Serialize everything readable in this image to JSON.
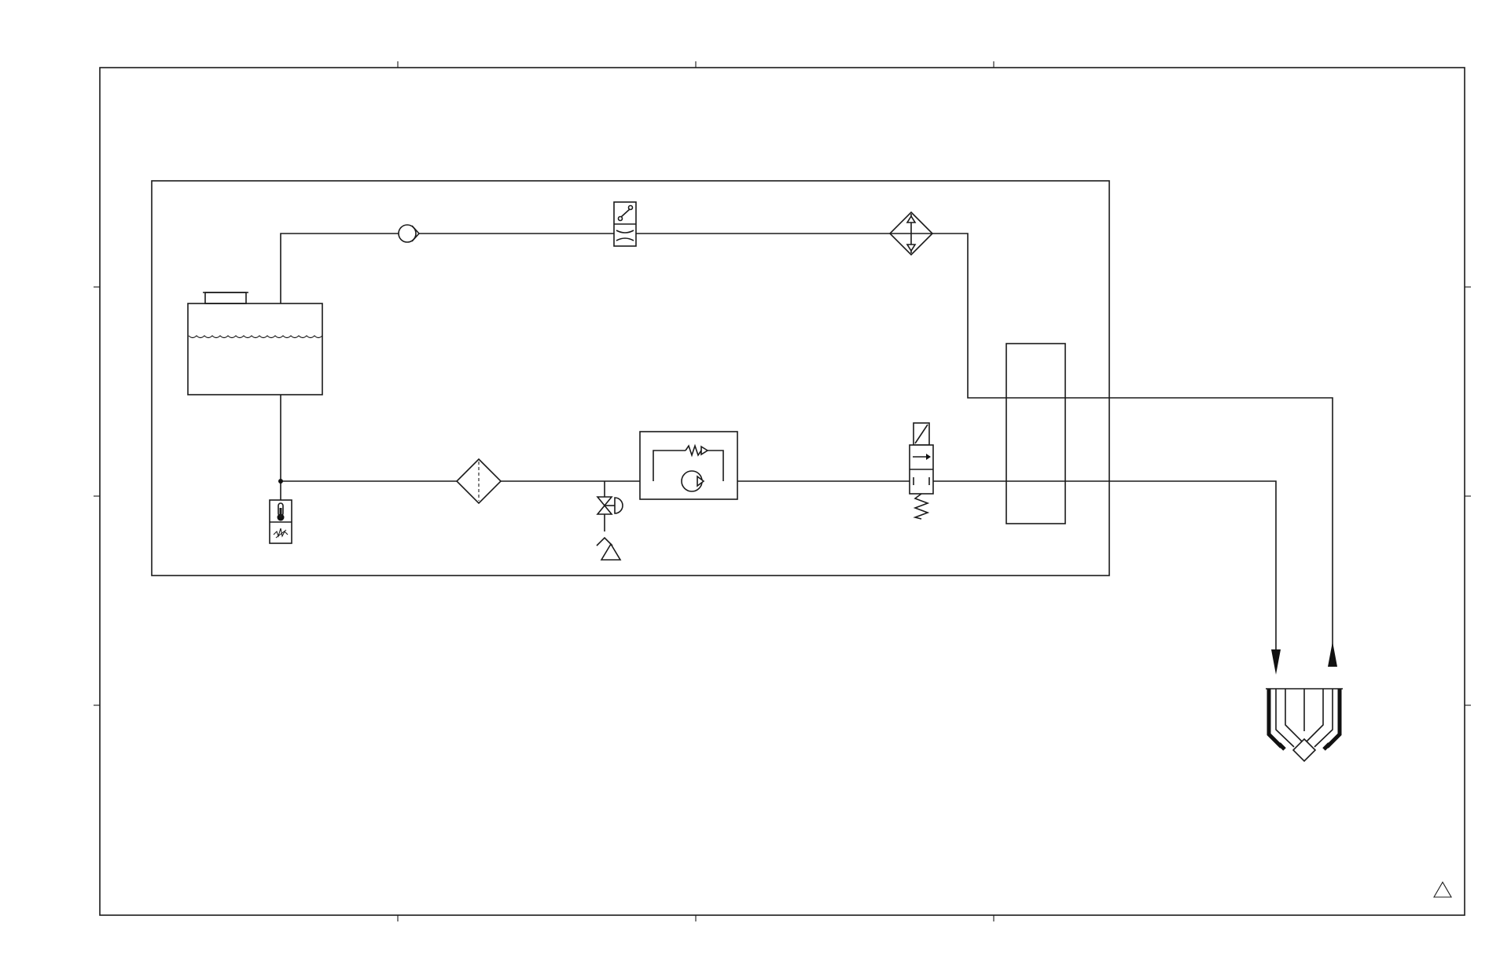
{
  "diagram": {
    "type": "hydraulic-cooling-schematic",
    "colors": {
      "line": "#1a1a1a",
      "background": "#ffffff"
    },
    "components": [
      {
        "id": "reservoir",
        "icon": "reservoir-tank-icon"
      },
      {
        "id": "check-valve",
        "icon": "check-valve-icon"
      },
      {
        "id": "flow-switch",
        "icon": "flow-switch-icon"
      },
      {
        "id": "heat-exchanger",
        "icon": "heat-exchanger-icon"
      },
      {
        "id": "temperature-sensor",
        "icon": "thermometer-icon"
      },
      {
        "id": "filter",
        "icon": "filter-icon"
      },
      {
        "id": "drain-valve",
        "icon": "drain-valve-icon"
      },
      {
        "id": "pump-unit",
        "icon": "pump-with-relief-valve-icon"
      },
      {
        "id": "solenoid-valve",
        "icon": "solenoid-valve-icon"
      },
      {
        "id": "connector-block",
        "icon": "connector-block-icon"
      },
      {
        "id": "cooled-device",
        "icon": "cooled-device-icon"
      },
      {
        "id": "revision-triangle",
        "icon": "warning-triangle-icon"
      }
    ]
  }
}
